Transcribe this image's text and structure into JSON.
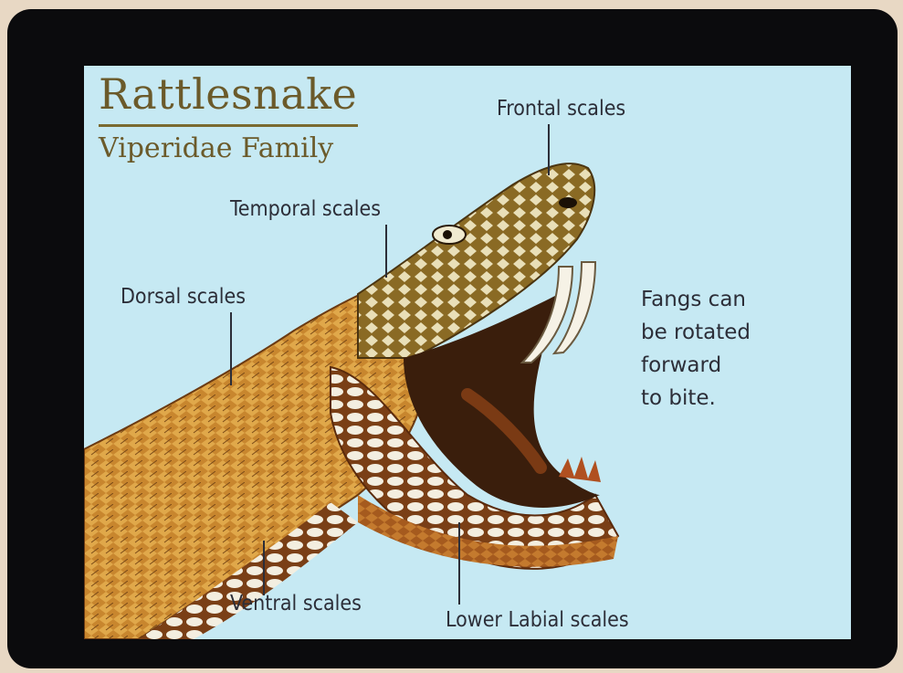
{
  "card": {
    "title": "Rattlesnake",
    "subtitle": "Viperidae Family",
    "background_color": "#c6e9f3",
    "title_color": "#6b5a2a"
  },
  "labels": {
    "frontal": "Frontal scales",
    "temporal": "Temporal scales",
    "dorsal": "Dorsal scales",
    "ventral": "Ventral scales",
    "lower_labial": "Lower Labial scales"
  },
  "note_lines": [
    "Fangs can",
    "be rotated",
    "forward",
    "to bite."
  ],
  "illustration": "rattlesnake-head-illustration"
}
